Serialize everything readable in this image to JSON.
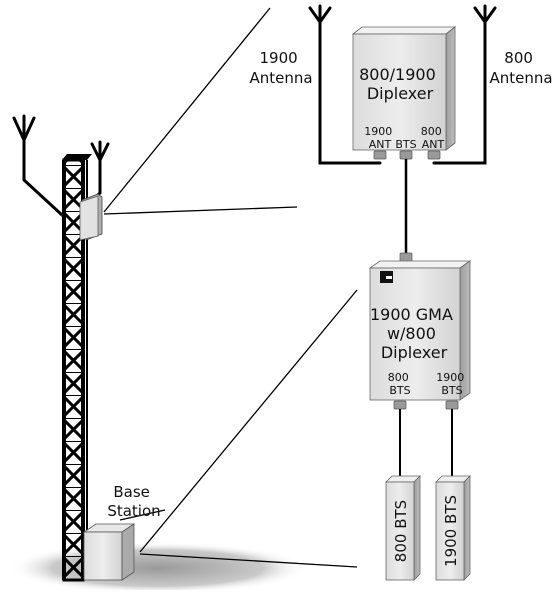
{
  "labels": {
    "antenna_1900": [
      "1900",
      "Antenna"
    ],
    "antenna_800": [
      "800",
      "Antenna"
    ],
    "base_station": [
      "Base",
      "Station"
    ]
  },
  "diplexer": {
    "title": [
      "800/1900",
      "Diplexer"
    ],
    "port_1900_ant": [
      "1900",
      "ANT"
    ],
    "port_bts": "BTS",
    "port_800_ant": [
      "800",
      "ANT"
    ]
  },
  "gma": {
    "title": [
      "1900 GMA",
      "w/800",
      "Diplexer"
    ],
    "port_800_bts": [
      "800",
      "BTS"
    ],
    "port_1900_bts": [
      "1900",
      "BTS"
    ]
  },
  "bts_units": {
    "bts_800": "800 BTS",
    "bts_1900": "1900 BTS"
  }
}
